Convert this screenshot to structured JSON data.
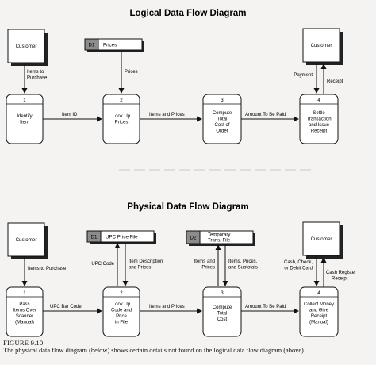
{
  "diagrams": [
    {
      "title": "Logical Data Flow Diagram",
      "entities": [
        {
          "id": "customer-source",
          "label": "Customer"
        },
        {
          "id": "customer-sink",
          "label": "Customer"
        }
      ],
      "stores": [
        {
          "id": "D1",
          "code": "D1",
          "label": "Prices"
        }
      ],
      "processes": [
        {
          "id": "p1",
          "number": "1",
          "label": "Identify Item"
        },
        {
          "id": "p2",
          "number": "2",
          "label": "Look Up Prices"
        },
        {
          "id": "p3",
          "number": "3",
          "label": "Compute Total Cost of Order"
        },
        {
          "id": "p4",
          "number": "4",
          "label": "Settle Transaction and Issue Receipt"
        }
      ],
      "flows": [
        {
          "id": "f1",
          "label": "Items to Purchase"
        },
        {
          "id": "f2",
          "label": "Item ID"
        },
        {
          "id": "f3",
          "label": "Prices"
        },
        {
          "id": "f4",
          "label": "Items and Prices"
        },
        {
          "id": "f5",
          "label": "Amount To Be Paid"
        },
        {
          "id": "f6",
          "label": "Payment"
        },
        {
          "id": "f7",
          "label": "Receipt"
        }
      ]
    },
    {
      "title": "Physical Data Flow Diagram",
      "entities": [
        {
          "id": "customer-source",
          "label": "Customer"
        },
        {
          "id": "customer-sink",
          "label": "Customer"
        }
      ],
      "stores": [
        {
          "id": "D1",
          "code": "D1",
          "label": "UPC Price File"
        },
        {
          "id": "D2",
          "code": "D2",
          "label": "Temporary Trans. File"
        }
      ],
      "processes": [
        {
          "id": "p1",
          "number": "1",
          "label": "Pass Items Over Scanner (Manual)"
        },
        {
          "id": "p2",
          "number": "2",
          "label": "Look Up Code and Price in File"
        },
        {
          "id": "p3",
          "number": "3",
          "label": "Compute Total Cost"
        },
        {
          "id": "p4",
          "number": "4",
          "label": "Collect Money and Give Receipt (Manual)"
        }
      ],
      "flows": [
        {
          "id": "f1",
          "label": "Items to Purchase"
        },
        {
          "id": "f2",
          "label": "UPC Bar Code"
        },
        {
          "id": "f3",
          "label": "UPC Code"
        },
        {
          "id": "f4",
          "label": "Item Description and Prices"
        },
        {
          "id": "f5",
          "label": "Items and Prices"
        },
        {
          "id": "f6",
          "label": "Items and Prices"
        },
        {
          "id": "f7",
          "label": "Items, Prices, and Subtotals"
        },
        {
          "id": "f8",
          "label": "Amount To Be Paid"
        },
        {
          "id": "f9",
          "label": "Cash, Check, or Debit Card"
        },
        {
          "id": "f10",
          "label": "Cash Register Receipt"
        }
      ]
    }
  ],
  "caption": {
    "figure": "FIGURE 9.10",
    "text": "The physical data flow diagram (below) shows certain details not found on the logical data flow diagram (above)."
  },
  "colors": {
    "ink": "#111111",
    "paper": "#ffffff",
    "store_id_fill": "#8c8c8c",
    "shadow": "#222222"
  }
}
